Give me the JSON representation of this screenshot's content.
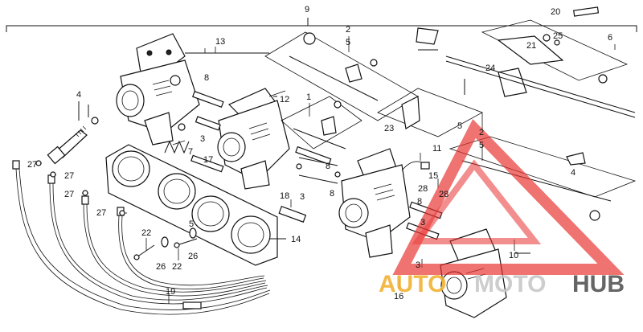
{
  "diagram": {
    "callouts": {
      "c1": "1",
      "c2a": "2",
      "c2b": "2",
      "c3a": "3",
      "c3b": "3",
      "c3c": "3",
      "c3d": "3",
      "c4a": "4",
      "c4b": "4",
      "c5a": "5",
      "c5b": "5",
      "c5c": "5",
      "c5d": "5",
      "c6": "6",
      "c7": "7",
      "c8a": "8",
      "c8b": "8",
      "c8c": "8",
      "c8d": "8",
      "c9": "9",
      "c10": "10",
      "c11": "11",
      "c12": "12",
      "c13": "13",
      "c14": "14",
      "c15": "15",
      "c16": "16",
      "c17": "17",
      "c18": "18",
      "c19": "19",
      "c20": "20",
      "c21": "21",
      "c22a": "22",
      "c22b": "22",
      "c23": "23",
      "c24": "24",
      "c25": "25",
      "c26a": "26",
      "c26b": "26",
      "c27a": "27",
      "c27b": "27",
      "c27c": "27",
      "c27d": "27",
      "c28a": "28",
      "c28b": "28"
    }
  },
  "watermark": {
    "word_auto": "AUTO",
    "word_moto": "MOTO",
    "word_hub": "HUB",
    "colors": {
      "auto": "#f2b233",
      "moto": "#c8c8c8",
      "hub": "#555555",
      "triangle": "#e8302e"
    }
  }
}
